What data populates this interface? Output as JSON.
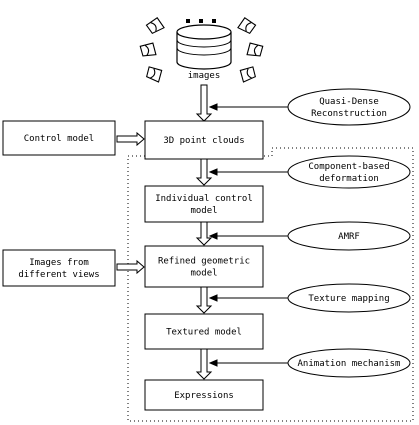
{
  "top": {
    "images_label": "images"
  },
  "process_boxes": [
    {
      "id": "point-clouds",
      "lines": [
        "3D point clouds"
      ]
    },
    {
      "id": "individual-control-model",
      "lines": [
        "Individual control",
        "model"
      ]
    },
    {
      "id": "refined-geometric-model",
      "lines": [
        "Refined geometric",
        "model"
      ]
    },
    {
      "id": "textured-model",
      "lines": [
        "Textured model"
      ]
    },
    {
      "id": "expressions",
      "lines": [
        "Expressions"
      ]
    }
  ],
  "input_boxes": [
    {
      "id": "control-model",
      "lines": [
        "Control model"
      ]
    },
    {
      "id": "images-from-views",
      "lines": [
        "Images from",
        "different views"
      ]
    }
  ],
  "method_ellipses": [
    {
      "id": "quasi-dense",
      "lines": [
        "Quasi-Dense",
        "Reconstruction"
      ]
    },
    {
      "id": "component-based",
      "lines": [
        "Component-based",
        "deformation"
      ]
    },
    {
      "id": "amrf",
      "lines": [
        "AMRF"
      ]
    },
    {
      "id": "texture-mapping",
      "lines": [
        "Texture mapping"
      ]
    },
    {
      "id": "animation-mechanism",
      "lines": [
        "Animation mechanism"
      ]
    }
  ]
}
